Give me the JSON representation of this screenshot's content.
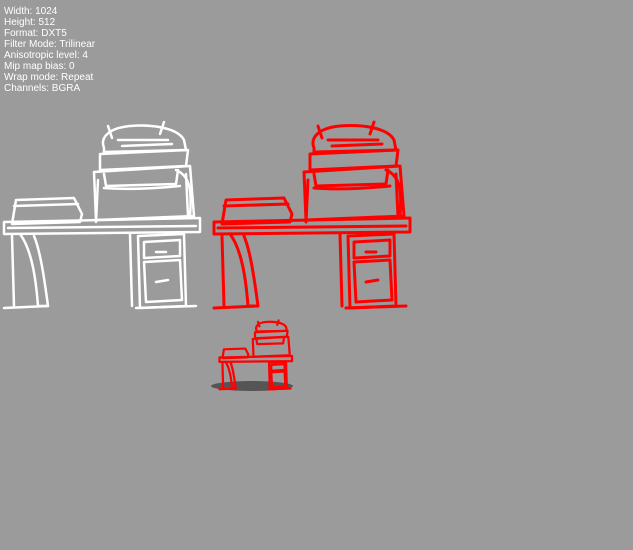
{
  "texture_info": [
    "Width: 1024",
    "Height: 512",
    "Format: DXT5",
    "Filter Mode: Trilinear",
    "Anisotropic level: 4",
    "Mip map bias: 0",
    "Wrap mode: Repeat",
    "Channels: BGRA"
  ],
  "colors": {
    "background": "#9b9b9b",
    "outline_white": "#ffffff",
    "outline_red": "#ff0000",
    "shadow": "#555555"
  },
  "sprites": [
    {
      "name": "workbench-machine-white-sprite",
      "color": "#ffffff"
    },
    {
      "name": "workbench-machine-red-sprite",
      "color": "#ff0000"
    },
    {
      "name": "workbench-machine-small-preview-sprite",
      "color": "#ff0000"
    }
  ]
}
